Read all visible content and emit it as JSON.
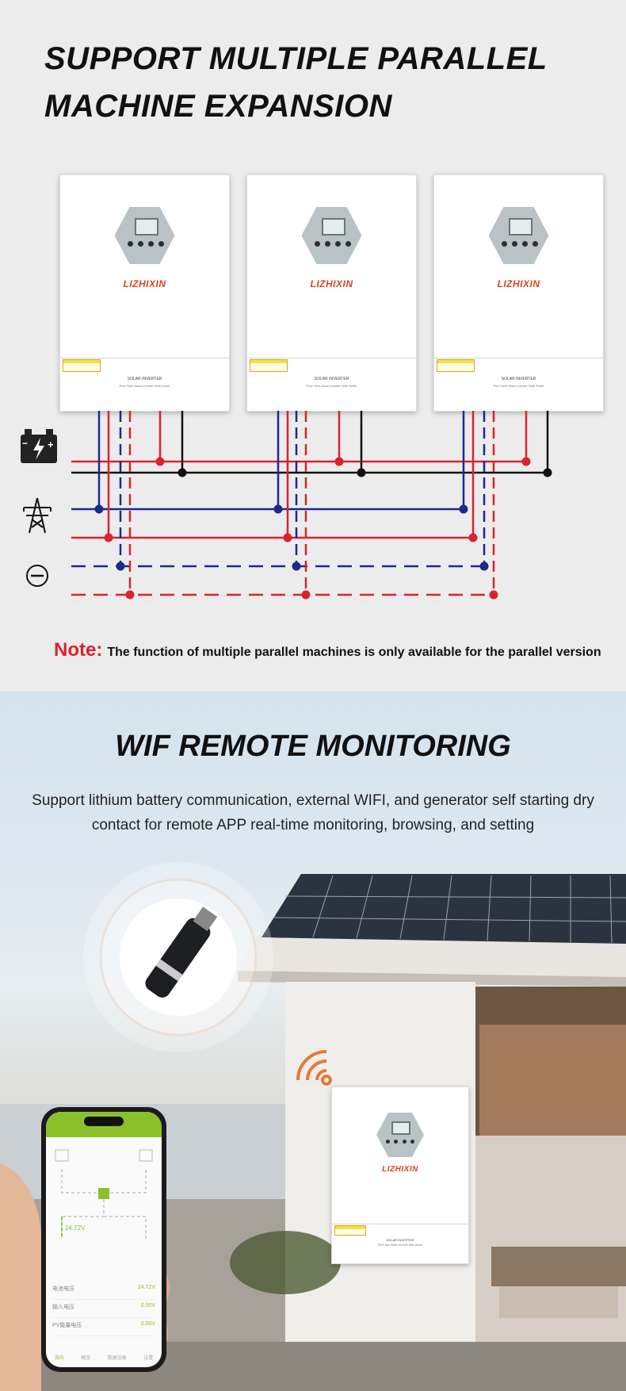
{
  "section1": {
    "title_line1": "SUPPORT MULTIPLE PARALLEL",
    "title_line2": "MACHINE EXPANSION",
    "note_label": "Note:",
    "note_text": "The function of multiple parallel machines is only available for the parallel version"
  },
  "inverter": {
    "brand": "LIZHIXIN",
    "label": "SOLAR INVERTER",
    "sublabel": "Pure Sine Wave Inverter With Scree",
    "caution": "CAUTION"
  },
  "section2": {
    "title": "WIF REMOTE MONITORING",
    "subtitle": "Support lithium battery communication, external WIFI, and generator self starting dry contact for remote APP real-time monitoring, browsing, and setting"
  },
  "phone": {
    "voltage_label": "24.72V",
    "rows": [
      {
        "label": "电池电压",
        "value": "24.72V"
      },
      {
        "label": "输入电压",
        "value": "0.00V"
      },
      {
        "label": "PV能量电压",
        "value": "0.00V"
      }
    ],
    "nav": [
      "流向",
      "概览",
      "数据设备",
      "设置"
    ]
  },
  "colors": {
    "red": "#d9232f",
    "blue": "#1c2a8c",
    "black": "#111111",
    "brand": "#d9441c",
    "app_green": "#8cc02a"
  },
  "icons": [
    "battery-icon",
    "power-tower-icon",
    "minus-circle-icon",
    "wifi-signal-icon",
    "wifi-dongle-icon"
  ]
}
